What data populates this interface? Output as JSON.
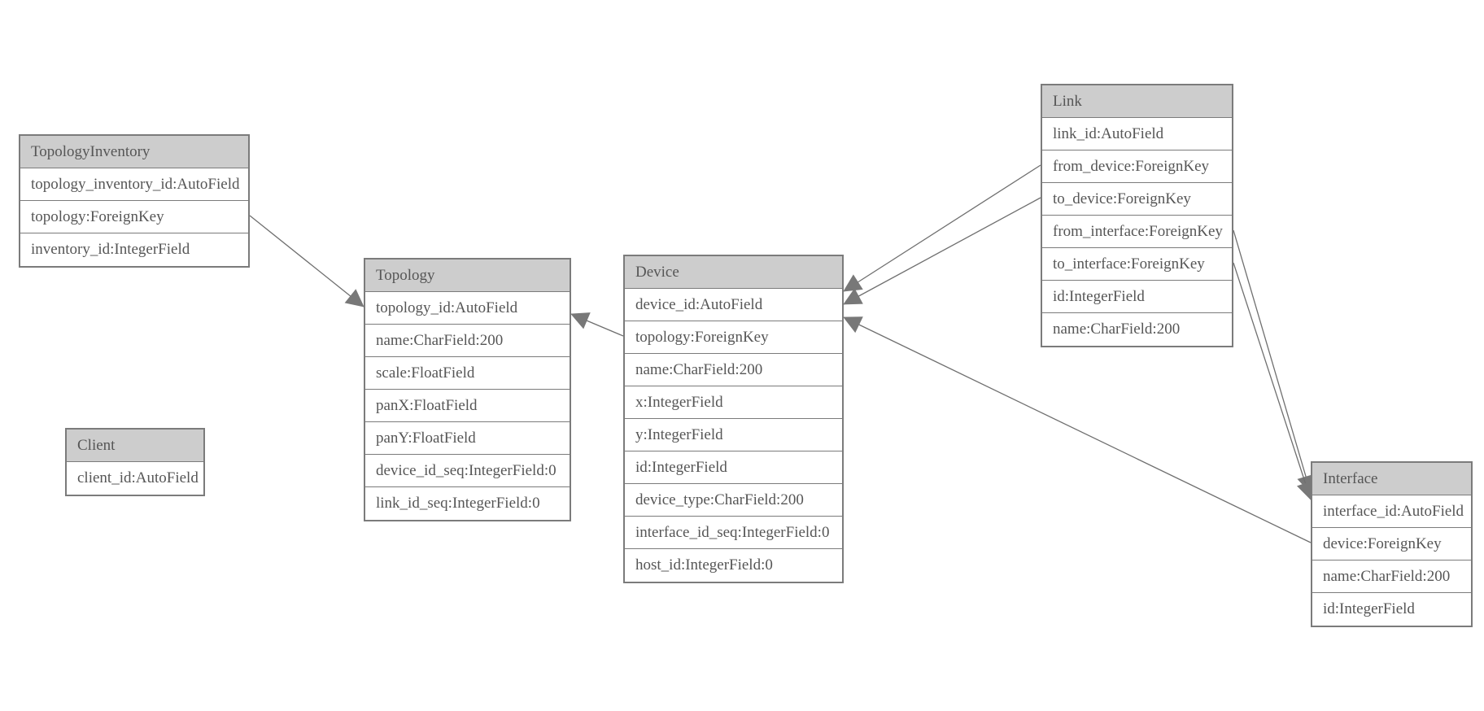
{
  "diagram": {
    "type": "entity-relationship",
    "tables": [
      {
        "name": "TopologyInventory",
        "fields": [
          "topology_inventory_id:AutoField",
          "topology:ForeignKey",
          "inventory_id:IntegerField"
        ]
      },
      {
        "name": "Topology",
        "fields": [
          "topology_id:AutoField",
          "name:CharField:200",
          "scale:FloatField",
          "panX:FloatField",
          "panY:FloatField",
          "device_id_seq:IntegerField:0",
          "link_id_seq:IntegerField:0"
        ]
      },
      {
        "name": "Client",
        "fields": [
          "client_id:AutoField"
        ]
      },
      {
        "name": "Device",
        "fields": [
          "device_id:AutoField",
          "topology:ForeignKey",
          "name:CharField:200",
          "x:IntegerField",
          "y:IntegerField",
          "id:IntegerField",
          "device_type:CharField:200",
          "interface_id_seq:IntegerField:0",
          "host_id:IntegerField:0"
        ]
      },
      {
        "name": "Link",
        "fields": [
          "link_id:AutoField",
          "from_device:ForeignKey",
          "to_device:ForeignKey",
          "from_interface:ForeignKey",
          "to_interface:ForeignKey",
          "id:IntegerField",
          "name:CharField:200"
        ]
      },
      {
        "name": "Interface",
        "fields": [
          "interface_id:AutoField",
          "device:ForeignKey",
          "name:CharField:200",
          "id:IntegerField"
        ]
      }
    ],
    "relationships": [
      {
        "from": "TopologyInventory.topology",
        "to": "Topology"
      },
      {
        "from": "Device.topology",
        "to": "Topology"
      },
      {
        "from": "Link.from_device",
        "to": "Device"
      },
      {
        "from": "Link.to_device",
        "to": "Device"
      },
      {
        "from": "Link.from_interface",
        "to": "Interface"
      },
      {
        "from": "Link.to_interface",
        "to": "Interface"
      },
      {
        "from": "Interface.device",
        "to": "Device"
      }
    ],
    "colors": {
      "header_fill": "#cdcdcd",
      "row_fill": "#ffffff",
      "border": "#7b7b7b",
      "text": "#565656",
      "line": "#6f6f6f",
      "arrow": "#787878",
      "background": "#ffffff"
    }
  }
}
